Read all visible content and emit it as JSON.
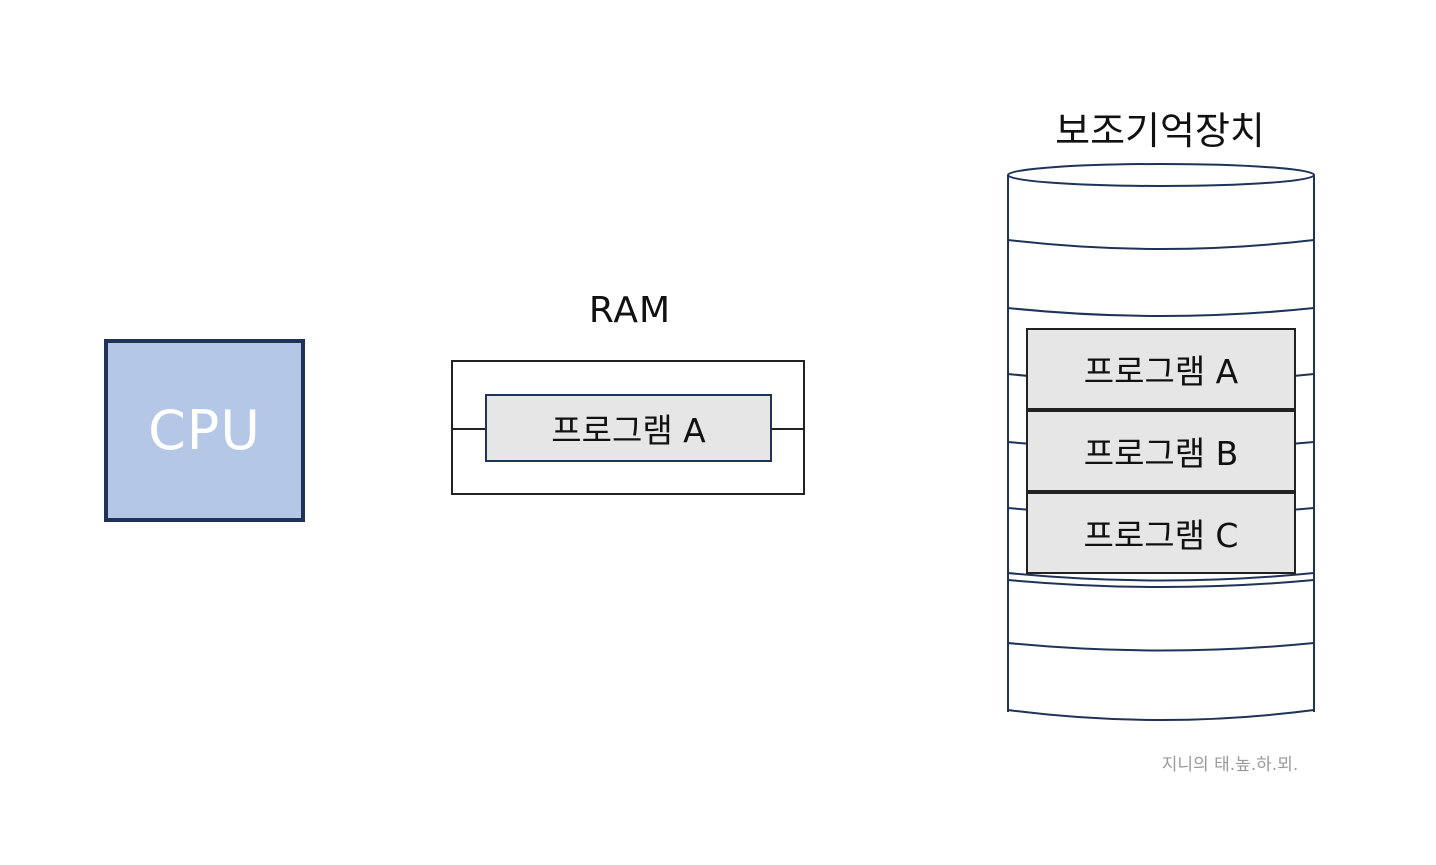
{
  "cpu": {
    "label": "CPU"
  },
  "ram": {
    "title": "RAM",
    "program": "프로그램 A"
  },
  "storage": {
    "title": "보조기억장치",
    "programs": [
      "프로그램 A",
      "프로그램 B",
      "프로그램 C"
    ]
  },
  "watermark": "지니의 태.높.하.뫼.",
  "colors": {
    "cpu_fill": "#b4c7e7",
    "cpu_border": "#1f3358",
    "program_fill": "#e6e6e6",
    "storage_outline": "#1f3358"
  }
}
